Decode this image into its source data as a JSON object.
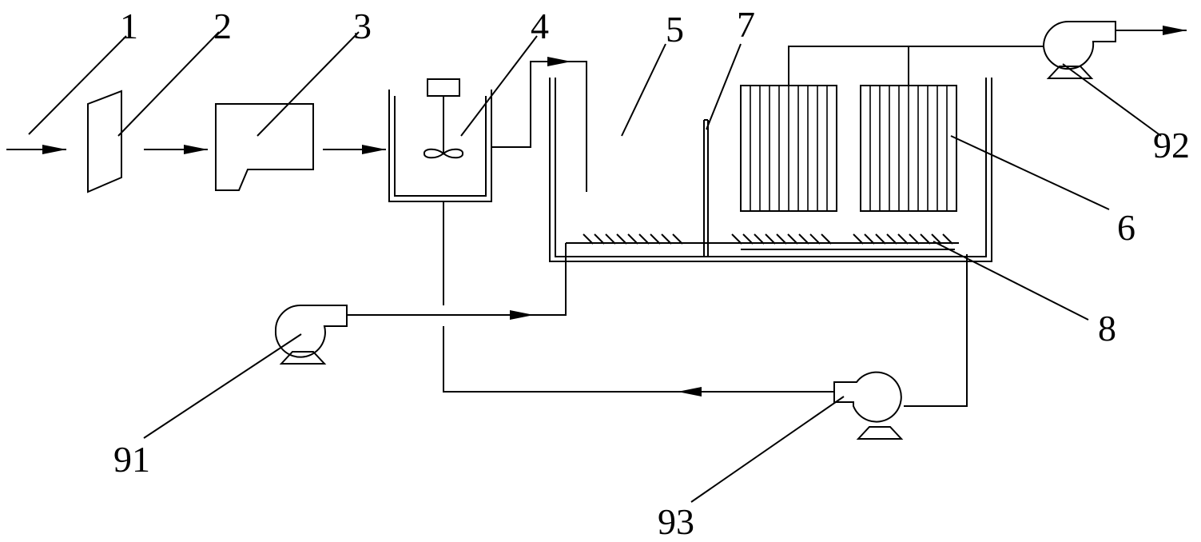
{
  "labels": {
    "l1": "1",
    "l2": "2",
    "l3": "3",
    "l4": "4",
    "l5": "5",
    "l6": "6",
    "l7": "7",
    "l8": "8",
    "l91": "91",
    "l92": "92",
    "l93": "93"
  },
  "colors": {
    "line": "#000000",
    "background": "#ffffff"
  }
}
